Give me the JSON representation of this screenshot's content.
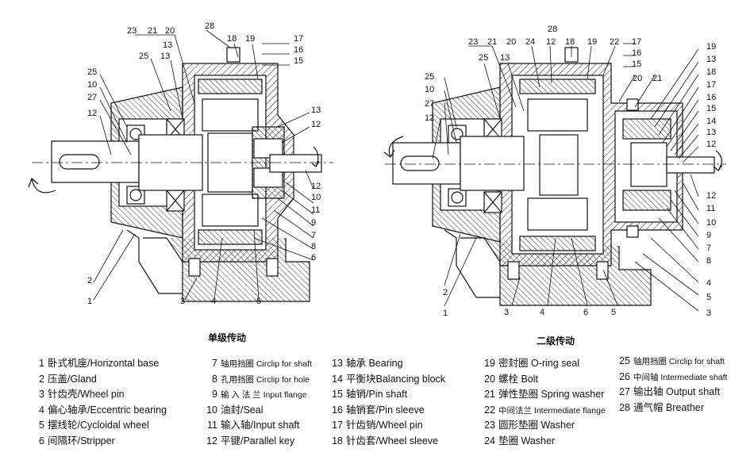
{
  "captions": {
    "single": "单级传动",
    "double": "二级传动"
  },
  "left_callouts": {
    "top": [
      "23",
      "21",
      "20",
      "13",
      "25",
      "13",
      "28",
      "18",
      "19",
      "17",
      "16",
      "15"
    ],
    "left": [
      "25",
      "10",
      "27",
      "12"
    ],
    "right": [
      "13",
      "12",
      "12",
      "10",
      "11",
      "9",
      "7",
      "8",
      "6"
    ],
    "bottom": [
      "2",
      "1",
      "3",
      "4",
      "5"
    ]
  },
  "right_callouts": {
    "top": [
      "28",
      "23",
      "21",
      "20",
      "24",
      "12",
      "18",
      "19",
      "22",
      "17",
      "25",
      "13",
      "16",
      "15"
    ],
    "left": [
      "25",
      "10",
      "27",
      "12"
    ],
    "right": [
      "19",
      "13",
      "18",
      "17",
      "16",
      "15",
      "14",
      "13",
      "12",
      "12",
      "11",
      "10",
      "9",
      "7",
      "8",
      "4",
      "5",
      "3",
      "20",
      "21"
    ],
    "bottom": [
      "2",
      "1",
      "3",
      "4",
      "6",
      "5"
    ]
  },
  "legend": {
    "col1": [
      {
        "num": "1",
        "text": "卧式机座/Horizontal base"
      },
      {
        "num": "2",
        "text": "压盖/Gland"
      },
      {
        "num": "3",
        "text": "针齿壳/Wheel pin"
      },
      {
        "num": "4",
        "text": "偏心轴承/Eccentric bearing"
      },
      {
        "num": "5",
        "text": "摆线轮/Cycloidal wheel"
      },
      {
        "num": "6",
        "text": "间隔环/Stripper"
      }
    ],
    "col2": [
      {
        "num": "7",
        "text": "轴用挡圈 Circlip for shaft"
      },
      {
        "num": "8",
        "text": "孔用挡圈 Circlip for hole"
      },
      {
        "num": "9",
        "text": "输 入 法 兰 Input flange"
      },
      {
        "num": "10",
        "text": "油封/Seal"
      },
      {
        "num": "11",
        "text": "输入轴/Input shaft"
      },
      {
        "num": "12",
        "text": "平键/Parallel key"
      }
    ],
    "col3": [
      {
        "num": "13",
        "text": "轴承 Bearing"
      },
      {
        "num": "14",
        "text": "平衡块Balancing block"
      },
      {
        "num": "15",
        "text": "轴销/Pin shaft"
      },
      {
        "num": "16",
        "text": "轴销套/Pin sleeve"
      },
      {
        "num": "17",
        "text": "针齿销/Wheel pin"
      },
      {
        "num": "18",
        "text": "针齿套/Wheel sleeve"
      }
    ],
    "col4": [
      {
        "num": "19",
        "text": "密封圈 O-ring seal"
      },
      {
        "num": "20",
        "text": "螺栓  Bolt"
      },
      {
        "num": "21",
        "text": "弹性垫圈 Spring washer"
      },
      {
        "num": "22",
        "text": "中间法兰 Intermediate flange"
      },
      {
        "num": "23",
        "text": "圆形垫圈 Washer"
      },
      {
        "num": "24",
        "text": "垫圈 Washer"
      }
    ],
    "col5": [
      {
        "num": "25",
        "text": "轴用挡圈 Circlip for shaft"
      },
      {
        "num": "26",
        "text": "中间轴 Intermediate shaft"
      },
      {
        "num": "27",
        "text": "输出轴 Output shaft"
      },
      {
        "num": "28",
        "text": "通气帽 Breather"
      }
    ]
  }
}
